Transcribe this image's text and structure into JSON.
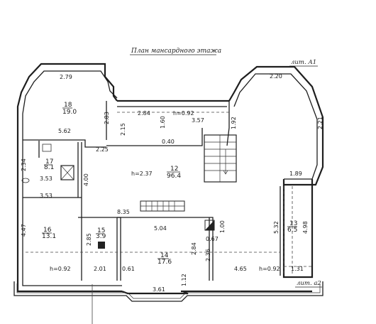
{
  "title": "План мансардного этажа",
  "lit_a1": "лит. А1",
  "lit_a2": "лит. а2",
  "rooms": [
    {
      "number": "18",
      "area": "19.0"
    },
    {
      "number": "17",
      "area": "8.1"
    },
    {
      "number": "16",
      "area": "13.1"
    },
    {
      "number": "15",
      "area": "3.9"
    },
    {
      "number": "14",
      "area": "17.6"
    },
    {
      "number": "13",
      "area": "6.5"
    },
    {
      "number": "12",
      "area": "96.4"
    }
  ],
  "dimensions": {
    "d279": "2.79",
    "d283": "2.83",
    "d284": "2.84",
    "h092a": "h=0.92",
    "d357": "3.57",
    "d192": "1.92",
    "d220": "2.20",
    "d221": "2.21",
    "d562": "5.62",
    "d215": "2.15",
    "d160": "1.60",
    "d040": "0.40",
    "d225": "2.25",
    "d234": "2.34",
    "d353a": "3.53",
    "d400": "4.00",
    "h237": "h=2.37",
    "d189": "1.89",
    "d353b": "3.53",
    "d835": "8.35",
    "d447": "4.47",
    "d285": "2.85",
    "d504": "5.04",
    "d100": "1.00",
    "d532": "5.32",
    "d498": "4.98",
    "d284b": "2.84",
    "d067": "0.67",
    "d236": "2.36",
    "h092b": "h=0.92",
    "d201": "2.01",
    "d061": "0.61",
    "d465": "4.65",
    "h092c": "h=0.92",
    "d131": "1.31",
    "d361": "3.61",
    "d112": "1.12"
  }
}
